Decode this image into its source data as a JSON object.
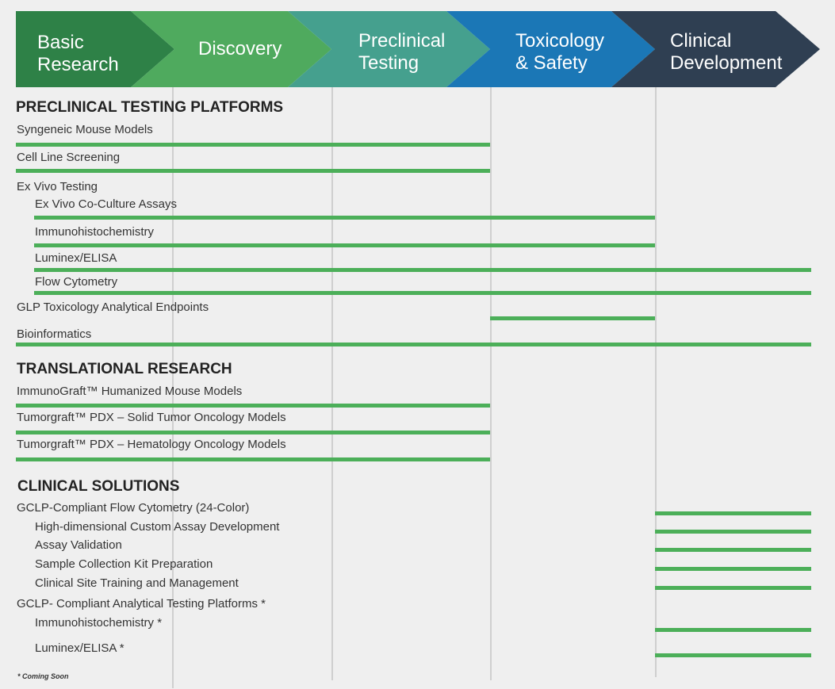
{
  "colors": {
    "bar": "#4caf59",
    "stages": [
      "#2e8147",
      "#4faa5e",
      "#45a08e",
      "#1b77b6",
      "#2f3f52"
    ]
  },
  "stages": [
    {
      "label": "Basic\nResearch"
    },
    {
      "label": "Discovery"
    },
    {
      "label": "Preclinical\nTesting"
    },
    {
      "label": "Toxicology\n& Safety"
    },
    {
      "label": "Clinical\nDevelopment"
    }
  ],
  "sections": {
    "preclinical": {
      "title": "PRECLINICAL TESTING PLATFORMS"
    },
    "translational": {
      "title": "TRANSLATIONAL RESEARCH"
    },
    "clinical": {
      "title": "CLINICAL SOLUTIONS"
    }
  },
  "rows": [
    {
      "label": "Syngeneic Mouse Models",
      "indent": false,
      "span": [
        0,
        3
      ]
    },
    {
      "label": "Cell Line Screening",
      "indent": false,
      "span": [
        0,
        3
      ]
    },
    {
      "label": "Ex Vivo Testing",
      "indent": false,
      "span": null
    },
    {
      "label": "Ex Vivo Co-Culture Assays",
      "indent": true,
      "span": [
        0,
        4
      ]
    },
    {
      "label": "Immunohistochemistry",
      "indent": true,
      "span": [
        0,
        4
      ]
    },
    {
      "label": "Luminex/ELISA",
      "indent": true,
      "span": [
        0,
        5
      ]
    },
    {
      "label": "Flow Cytometry",
      "indent": true,
      "span": [
        0,
        5
      ]
    },
    {
      "label": "GLP Toxicology Analytical Endpoints",
      "indent": false,
      "span": [
        3,
        4
      ]
    },
    {
      "label": "Bioinformatics",
      "indent": false,
      "span": [
        0,
        5
      ]
    },
    {
      "label": "ImmunoGraft™ Humanized Mouse Models",
      "indent": false,
      "span": [
        0,
        3
      ]
    },
    {
      "label": "Tumorgraft™ PDX – Solid Tumor Oncology Models",
      "indent": false,
      "span": [
        0,
        3
      ]
    },
    {
      "label": "Tumorgraft™ PDX – Hematology Oncology Models",
      "indent": false,
      "span": [
        0,
        3
      ]
    },
    {
      "label": "GCLP-Compliant Flow Cytometry (24-Color)",
      "indent": false,
      "span": [
        4,
        5
      ]
    },
    {
      "label": "High-dimensional Custom Assay Development",
      "indent": true,
      "span": [
        4,
        5
      ]
    },
    {
      "label": "Assay Validation",
      "indent": true,
      "span": [
        4,
        5
      ]
    },
    {
      "label": "Sample Collection Kit Preparation",
      "indent": true,
      "span": [
        4,
        5
      ]
    },
    {
      "label": "Clinical Site Training and Management",
      "indent": true,
      "span": [
        4,
        5
      ]
    },
    {
      "label": "GCLP- Compliant Analytical Testing Platforms *",
      "indent": false,
      "span": null
    },
    {
      "label": "Immunohistochemistry *",
      "indent": true,
      "span": [
        4,
        5
      ]
    },
    {
      "label": "Luminex/ELISA *",
      "indent": true,
      "span": [
        4,
        5
      ]
    }
  ],
  "footnote": "* Coming Soon"
}
